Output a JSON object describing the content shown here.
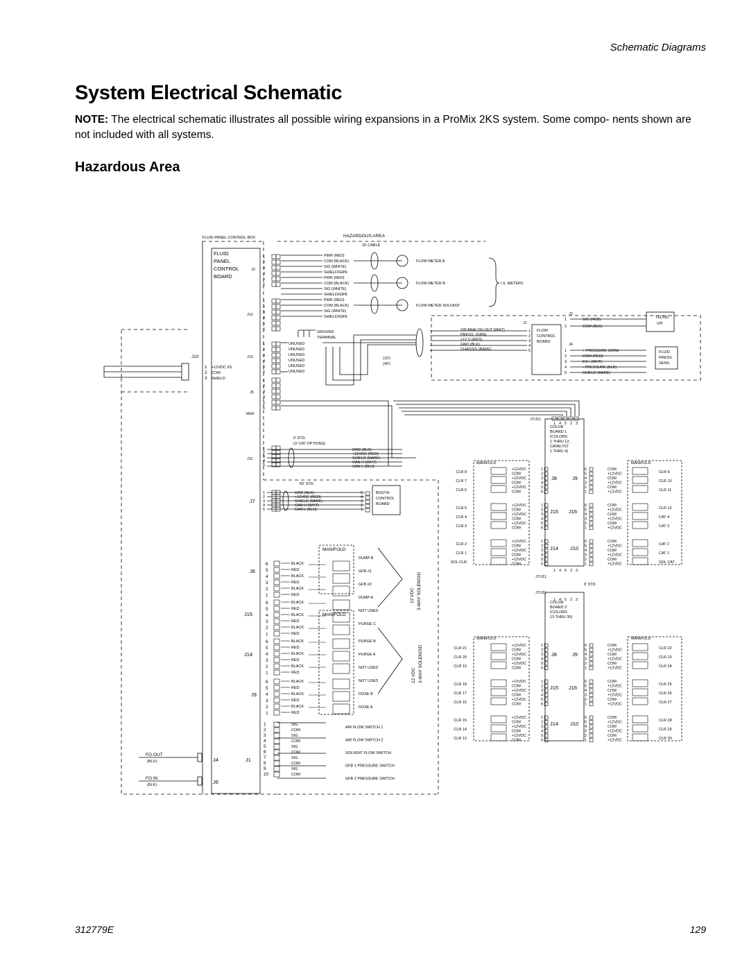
{
  "header": {
    "section": "Schematic Diagrams"
  },
  "title": "System Electrical Schematic",
  "note": {
    "label": "NOTE:",
    "text": "The electrical schematic illustrates all possible wiring expansions in a ProMix 2KS system. Some compo- nents shown are not included with all systems."
  },
  "subheading": "Hazardous Area",
  "footer": {
    "doc_number": "312779E",
    "page": "129"
  },
  "schematic": {
    "regions": {
      "fluid_panel_box": "FLUID PANEL CONTROL BOX",
      "hazardous_area": "HAZARDOUS AREA",
      "cable": "3X CABLE"
    },
    "board": {
      "line1": "FLUID",
      "line2": "PANEL",
      "line3": "CONTROL",
      "line4": "BOARD"
    },
    "connectors": {
      "j3": "J3",
      "j12": "J12",
      "j13": "J13",
      "j5": "J5",
      "mh2": "MH2",
      "j11": "J11",
      "j7": "J7",
      "j8": "J8",
      "j15": "J15",
      "j14": "J14",
      "j9": "J9",
      "j4": "J4",
      "j1": "J1",
      "j6": "J6",
      "j10": "J10",
      "j7j11": "J7/J11"
    },
    "j10_pins": [
      "+12VDC I/S",
      "COM",
      "SHIELD"
    ],
    "j3_wires": [
      "PWR (RED)",
      "COM (BLACK)",
      "SIG (WHITE)",
      "SHIELD/GRN",
      "PWR (RED)",
      "COM (BLACK)",
      "SIG (WHITE)",
      "SHIELD/GRN"
    ],
    "j12_wires": [
      "PWR (RED)",
      "COM (BLACK)",
      "SIG (WHITE)",
      "SHIELD/GRN"
    ],
    "j13_wires": [
      "UNUSED",
      "UNUSED",
      "UNUSED",
      "UNUSED",
      "UNUSED",
      "UNUSED"
    ],
    "ground": {
      "line1": "GROUND",
      "line2": "TERMINAL"
    },
    "flow_meters": [
      "FLOW METER A",
      "FLOW METER B",
      "FLOW METER SOLVENT"
    ],
    "is_meters": "I.S. METERS",
    "flow_control_wires": [
      "V/P ANALOG OUT (WHT)",
      "PRESS. (GRN)",
      "+12 V (RED)",
      "GND (BLK)",
      "CHASSIS (BARE)"
    ],
    "cable_lengths": [
      "(10')",
      "(40')"
    ],
    "flow_control_board": {
      "line1": "FLOW",
      "line2": "CONTROL",
      "line3": "BOARD"
    },
    "j2_wires": [
      "SIG (RED)",
      "COM (BLK)"
    ],
    "tecno": {
      "line1": "TECNO",
      "line2": "V/P"
    },
    "j4_wires": [
      "+ PRESSURE (GRN)",
      "COM (RED)",
      "EX+ (WHT)",
      "- PRESSURE (BLK)",
      "SHIELD (BARE)"
    ],
    "fluid_press": {
      "line1": "FLUID",
      "line2": "PRESS.",
      "line3": "SENS."
    },
    "std_6": "6' STD.",
    "std_options": "(3'-100' OPTIONS)",
    "std_50": "50' STD.",
    "can_wires": [
      "GRD (BLK)",
      "+12VDC (RED)",
      "SHIELD (BARE)",
      "CAN H (WHT)",
      "CAN L (BLU)"
    ],
    "booth": {
      "line1": "BOOTH",
      "line2": "CONTROL",
      "line3": "BOARD"
    },
    "manifold": "MANIFOLD",
    "wire_black": "BLACK",
    "wire_red": "RED",
    "valves_upper": [
      "DUMP B",
      "GFB #1",
      "GFB #2",
      "DUMP A",
      "NOT USED",
      "PURGE C"
    ],
    "valves_lower": [
      "PURGE B",
      "PURGE A",
      "NOT USED",
      "NOT USED",
      "DOSE B",
      "DOSE A"
    ],
    "solenoid": {
      "line1": "12 VDC",
      "line2": "3-WAY SOLENOID"
    },
    "j1_wires": [
      "SIG",
      "COM",
      "SIG",
      "COM",
      "SIG",
      "COM",
      "SIG",
      "COM",
      "SIG",
      "COM"
    ],
    "switches": [
      "AIR FLOW SWITCH 1",
      "AIR FLOW SWITCH 2",
      "SOLVENT FLOW SWITCH",
      "GFB 1 PRESSURE SWITCH",
      "GFB 2 PRESSURE SWITCH"
    ],
    "fiber": {
      "fo_out": "FO OUT",
      "blu": "(BLU)",
      "fo_in": "FO IN",
      "blk": "(BLK)"
    },
    "color_board_1": {
      "line1": "COLOR",
      "line2": "BOARD 1",
      "line3": "(COLORS",
      "line4": "1 THRU 12,",
      "line5": "CATALYST",
      "line6": "1 THRU 4)"
    },
    "color_board_2": {
      "line1": "COLOR",
      "line2": "BOARD 2",
      "line3": "(COLORS",
      "line4": "13 THRU 30)"
    },
    "wire_12v": "+12VDC",
    "wire_com": "COM",
    "clr_left_1": [
      "CLR 8",
      "CLR 7",
      "CLR 6",
      "CLR 5",
      "CLR 4",
      "CLR 3",
      "CLR 2",
      "CLR 1",
      "SOL CLR"
    ],
    "clr_right_1": [
      "CLR 9",
      "CLR 10",
      "CLR 11",
      "CLR 12",
      "CAT 4",
      "CAT 3",
      "CAT 2",
      "CAT 1",
      "SOL CAT"
    ],
    "clr_left_2": [
      "CLR 21",
      "CLR 20",
      "CLR 19",
      "CLR 18",
      "CLR 17",
      "CLR 16",
      "CLR 15",
      "CLR 14",
      "CLR 13"
    ],
    "clr_right_2": [
      "CLR 22",
      "CLR 23",
      "CLR 24",
      "CLR 25",
      "CLR 26",
      "CLR 27",
      "CLR 28",
      "CLR 29",
      "CLR 30"
    ]
  }
}
